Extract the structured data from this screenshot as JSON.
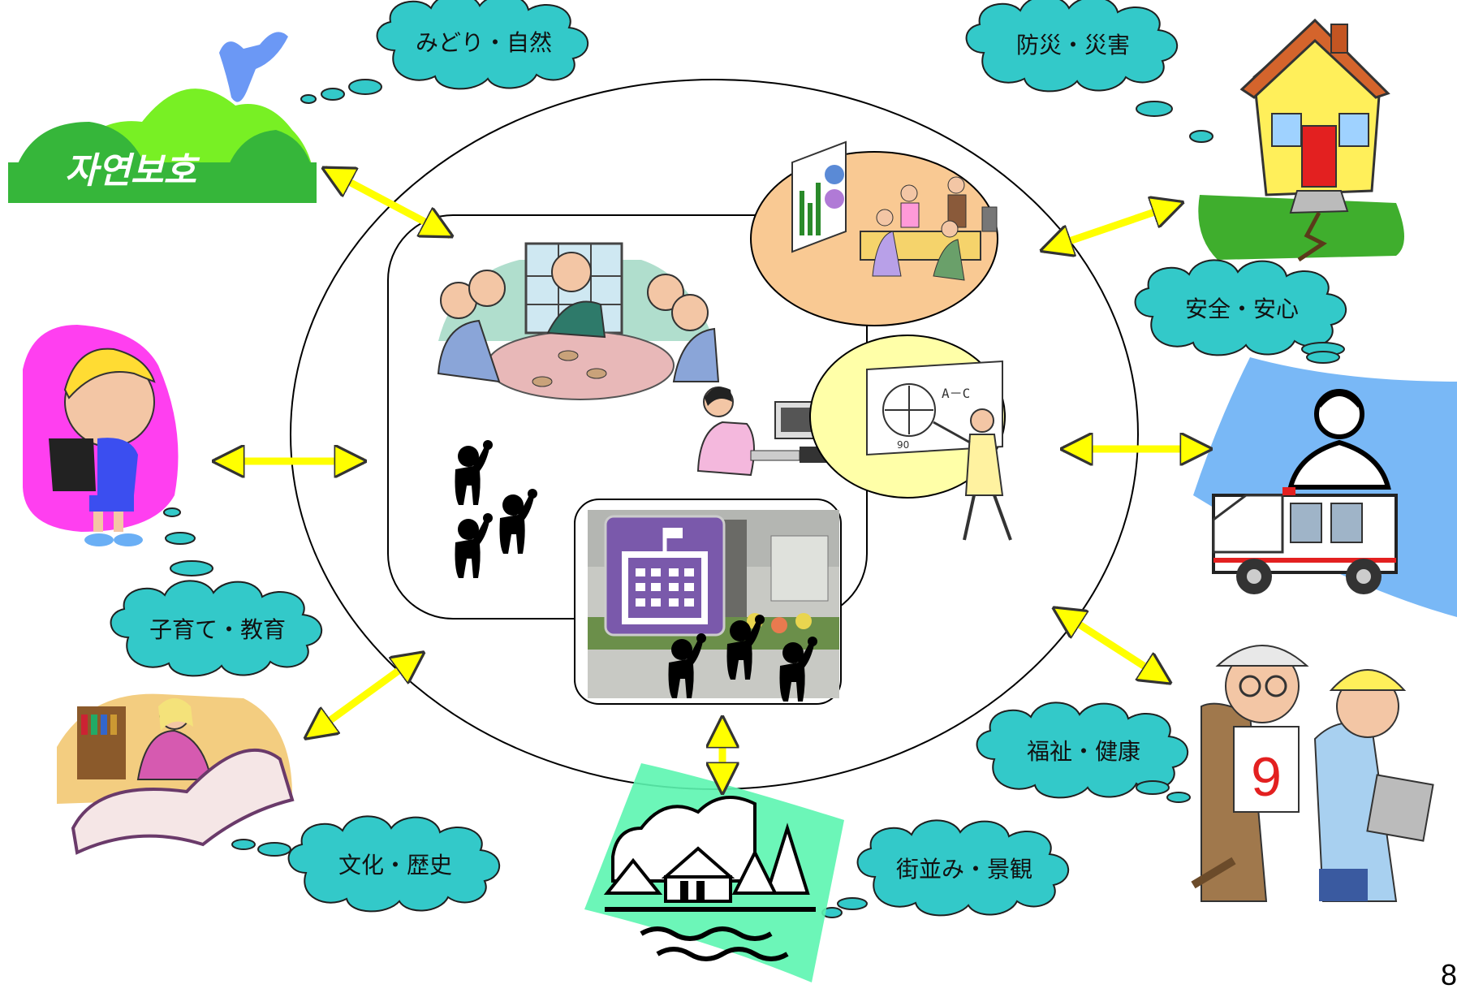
{
  "topics": {
    "nature": "みどり・自然",
    "disaster": "防災・災害",
    "safety": "安全・安心",
    "welfare": "福祉・健康",
    "townscape": "街並み・景観",
    "culture": "文化・歴史",
    "childcare": "子育て・教育"
  },
  "sign_text": "자연보호",
  "chalkboard": {
    "label": "A－C",
    "angle": "90"
  },
  "ambulance_number": "9",
  "page_number": "8",
  "colors": {
    "cloud": "#33c9c9",
    "arrow": "#ffff00",
    "hill_light": "#78f024",
    "hill_dark": "#36b63a",
    "meeting_oval": "#f9c993",
    "lecture_oval": "#ffffa8",
    "school_icon": "#7a59ab"
  }
}
